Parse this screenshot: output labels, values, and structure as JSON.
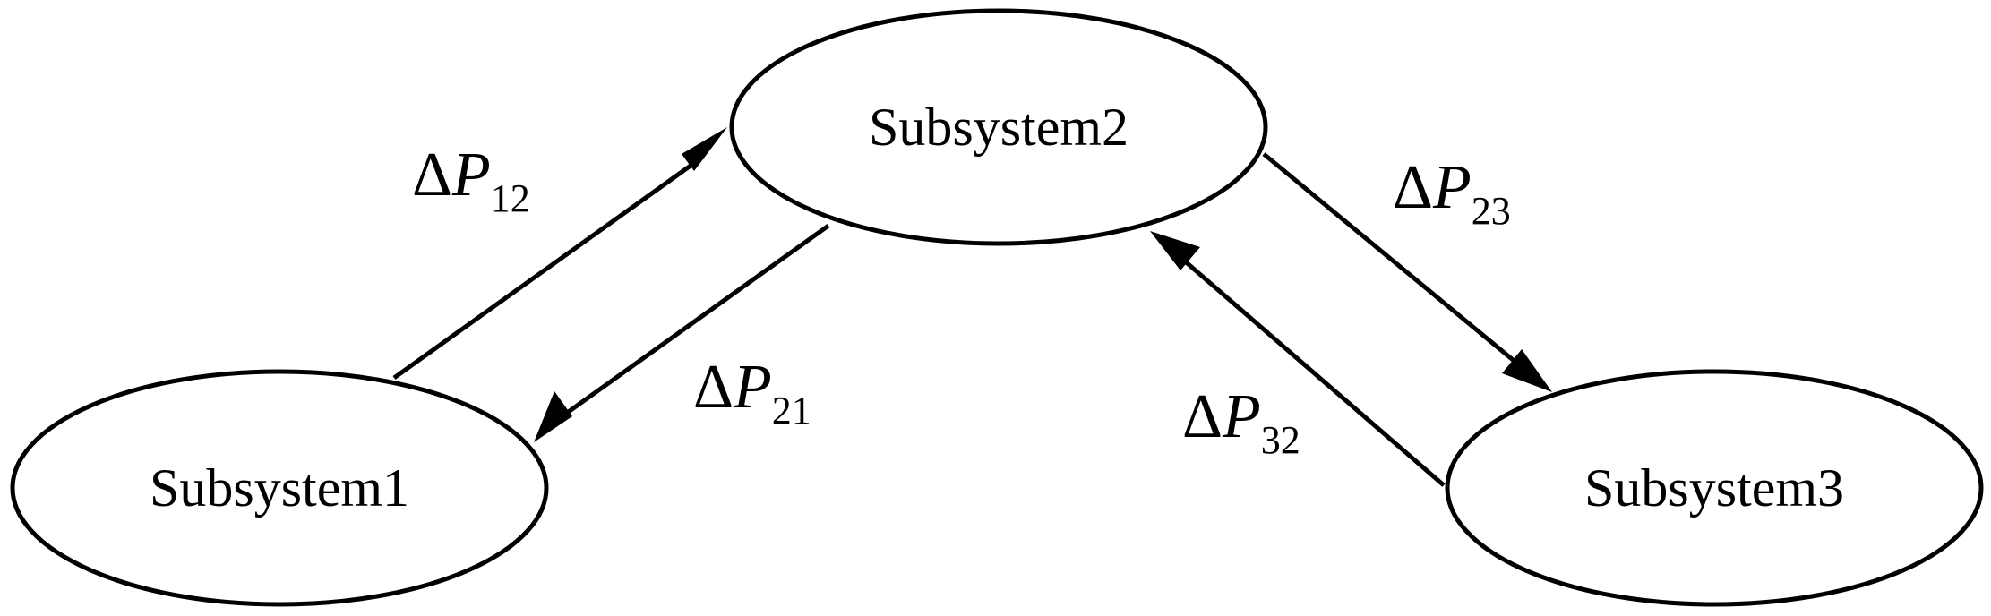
{
  "nodes": {
    "subsystem1": {
      "label": "Subsystem1"
    },
    "subsystem2": {
      "label": "Subsystem2"
    },
    "subsystem3": {
      "label": "Subsystem3"
    }
  },
  "edges": {
    "e12": {
      "from": "subsystem1",
      "to": "subsystem2",
      "symbol": "Δ",
      "variable": "P",
      "subscript": "12"
    },
    "e21": {
      "from": "subsystem2",
      "to": "subsystem1",
      "symbol": "Δ",
      "variable": "P",
      "subscript": "21"
    },
    "e23": {
      "from": "subsystem2",
      "to": "subsystem3",
      "symbol": "Δ",
      "variable": "P",
      "subscript": "23"
    },
    "e32": {
      "from": "subsystem3",
      "to": "subsystem2",
      "symbol": "Δ",
      "variable": "P",
      "subscript": "32"
    }
  },
  "colors": {
    "stroke": "#000000",
    "background": "#ffffff"
  }
}
